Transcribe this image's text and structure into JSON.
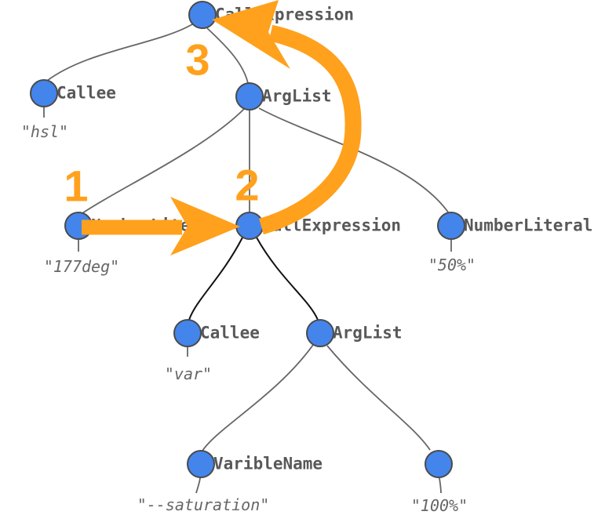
{
  "diagram": {
    "kind": "syntax-tree",
    "nodes": {
      "root": {
        "label": "CallExpression"
      },
      "callee1": {
        "label": "Callee",
        "value": "\"hsl\""
      },
      "arglist1": {
        "label": "ArgList"
      },
      "num177": {
        "label": "NumberLiteral",
        "value": "\"177deg\""
      },
      "call2": {
        "label": "CallExpression"
      },
      "num50": {
        "label": "NumberLiteral",
        "value": "\"50%\""
      },
      "callee2": {
        "label": "Callee",
        "value": "\"var\""
      },
      "arglist2": {
        "label": "ArgList"
      },
      "varname": {
        "label": "VaribleName",
        "value": "\"--saturation\""
      },
      "num100": {
        "value": "\"100%\""
      }
    },
    "steps": {
      "one": "1",
      "two": "2",
      "three": "3"
    },
    "colors": {
      "node_fill": "#4485ec",
      "node_stroke": "#4a4a4a",
      "edge": "#666666",
      "edge_dark": "#111111",
      "label_text": "#58585a",
      "value_text": "#666666",
      "highlight_orange": "#ffa11d"
    }
  }
}
